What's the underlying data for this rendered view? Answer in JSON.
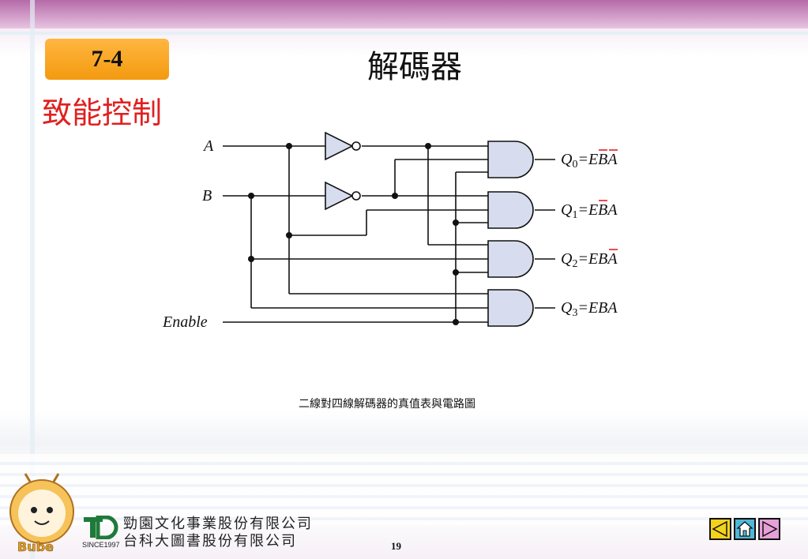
{
  "section_number": "7-4",
  "title": "解碼器",
  "subtitle": "致能控制",
  "caption": "二線對四線解碼器的真值表與電路圖",
  "page_number": "19",
  "company": {
    "line1": "勁園文化事業股份有限公司",
    "line2": "台科大圖書股份有限公司",
    "since": "SINCE1997",
    "mascot_text": "Bube"
  },
  "diagram": {
    "inputs": [
      "A",
      "B",
      "Enable"
    ],
    "outputs": [
      {
        "q": "Q",
        "sub": "0",
        "eq": "=EBA",
        "bars": [
          1,
          2
        ]
      },
      {
        "q": "Q",
        "sub": "1",
        "eq": "=EBA",
        "bars": [
          1
        ]
      },
      {
        "q": "Q",
        "sub": "2",
        "eq": "=EBA",
        "bars": [
          2
        ]
      },
      {
        "q": "Q",
        "sub": "3",
        "eq": "=EBA",
        "bars": []
      }
    ]
  },
  "colors": {
    "badge": "#f7a52a",
    "subtitle": "#e02020",
    "gate_fill": "#d7dcee",
    "nav_fill": "#f2d21c"
  },
  "nav": [
    "prev-icon",
    "home-icon",
    "next-icon"
  ]
}
